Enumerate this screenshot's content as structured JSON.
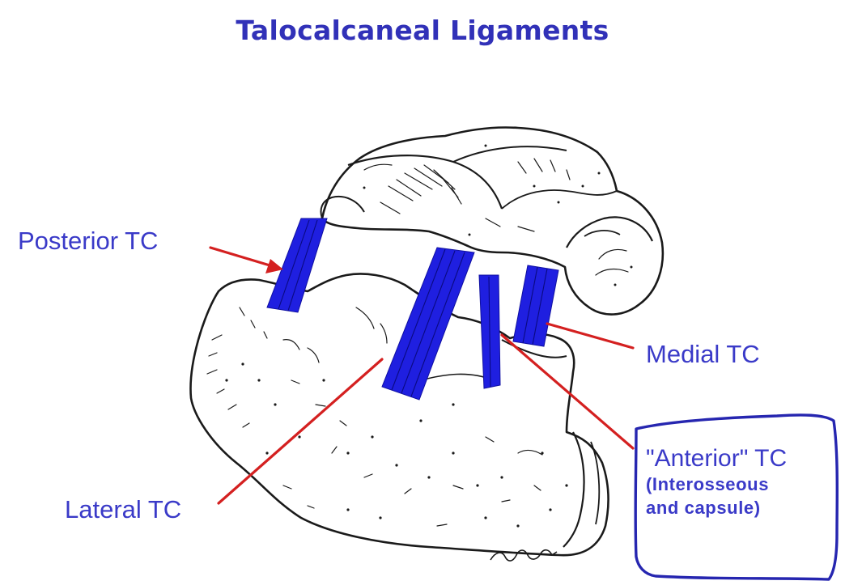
{
  "title": "Talocalcaneal Ligaments",
  "labels": {
    "posterior": "Posterior TC",
    "medial": "Medial TC",
    "lateral": "Lateral TC",
    "anterior": "\"Anterior\" TC",
    "anterior_sub_1": "(Interosseous",
    "anterior_sub_2": "and capsule)"
  },
  "colors": {
    "title": "#3131b8",
    "label_text": "#3a3ac8",
    "ligament": "#1f1fe0",
    "arrow": "#d42020",
    "outline": "#1a1a1a",
    "box": "#2626b0"
  },
  "icons": {
    "illustration": "talus-calcaneus-bone-drawing"
  }
}
